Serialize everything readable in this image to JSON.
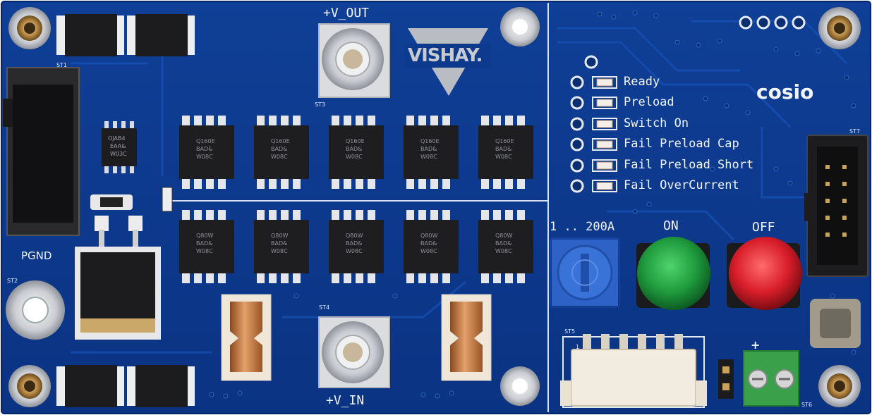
{
  "board": {
    "brand_logo": "VISHAY.",
    "company_logo": "cosio",
    "connectors": {
      "output": "+V_OUT",
      "input": "+V_IN",
      "ground": "PGND"
    },
    "status_leds": [
      {
        "label": "Ready"
      },
      {
        "label": "Preload"
      },
      {
        "label": "Switch On"
      },
      {
        "label": "Fail Preload Cap"
      },
      {
        "label": "Fail Preload Short"
      },
      {
        "label": "Fail OverCurrent"
      }
    ],
    "controls": {
      "current_range": "1 .. 200A",
      "on_label": "ON",
      "off_label": "OFF",
      "terminal_polarity": "+"
    },
    "designators": {
      "st1": "ST1",
      "st2": "ST2",
      "st3": "ST3",
      "st4": "ST4",
      "st5": "ST5",
      "st6": "ST6",
      "st7": "ST7",
      "pin1": "1"
    },
    "chip_markings": {
      "top_row": [
        "Q160E",
        "BAD&",
        "W08C"
      ],
      "bottom_row": [
        "Q80W",
        "BAD&",
        "W08C"
      ],
      "driver": [
        "OJAB4",
        "EAA&",
        "W03C"
      ]
    },
    "colors": {
      "pcb": "#0d3a8c",
      "pcb_dark": "#0a2f73",
      "silkscreen": "#f2f4f8",
      "on_button": "#1f9a3d",
      "off_button": "#d81e2a",
      "terminal_block": "#3aa04a",
      "trimmer": "#2f62c6"
    }
  }
}
